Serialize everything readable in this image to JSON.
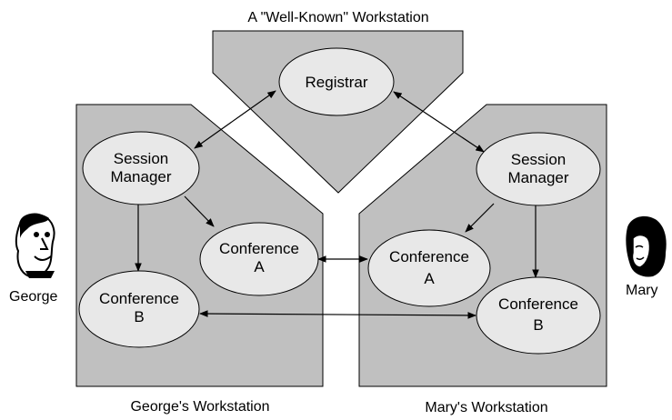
{
  "title": "A \"Well-Known\" Workstation",
  "colors": {
    "region_fill": "#c0c0c0",
    "node_fill": "#e8e8e8",
    "stroke": "#000000"
  },
  "nodes": {
    "registrar": "Registrar",
    "george_session_1": "Session",
    "george_session_2": "Manager",
    "george_confA_1": "Conference",
    "george_confA_2": "A",
    "george_confB_1": "Conference",
    "george_confB_2": "B",
    "mary_session_1": "Session",
    "mary_session_2": "Manager",
    "mary_confA_1": "Conference",
    "mary_confA_2": "A",
    "mary_confB_1": "Conference",
    "mary_confB_2": "B"
  },
  "regions": {
    "george": "George's Workstation",
    "mary": "Mary's Workstation"
  },
  "people": {
    "george": {
      "name": "George",
      "icon": "man-face-icon"
    },
    "mary": {
      "name": "Mary",
      "icon": "woman-face-icon"
    }
  }
}
